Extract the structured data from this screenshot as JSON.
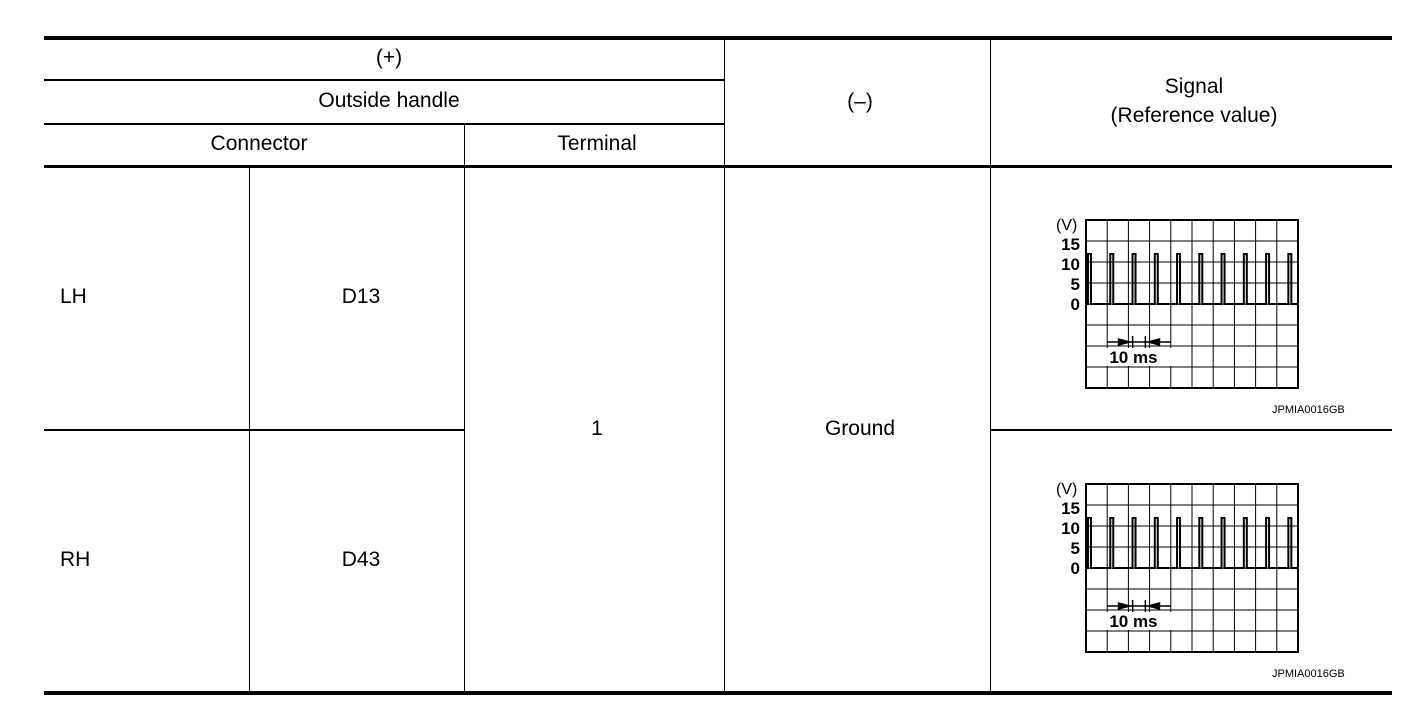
{
  "header": {
    "plus": "(+)",
    "outside_handle": "Outside handle",
    "connector": "Connector",
    "terminal": "Terminal",
    "minus": "(–)",
    "signal_line1": "Signal",
    "signal_line2": "(Reference value)"
  },
  "rows": [
    {
      "side": "LH",
      "connector": "D13",
      "terminal": "1",
      "ground": "Ground",
      "waveform": {
        "y_unit": "(V)",
        "y_ticks": [
          "15",
          "10",
          "5",
          "0"
        ],
        "time_label": "10 ms",
        "figure_code": "JPMIA0016GB",
        "pulse_count": 10
      }
    },
    {
      "side": "RH",
      "connector": "D43",
      "terminal": "1",
      "ground": "Ground",
      "waveform": {
        "y_unit": "(V)",
        "y_ticks": [
          "15",
          "10",
          "5",
          "0"
        ],
        "time_label": "10 ms",
        "figure_code": "JPMIA0016GB",
        "pulse_count": 10
      }
    }
  ],
  "colors": {
    "line": "#000000",
    "background": "#ffffff"
  }
}
